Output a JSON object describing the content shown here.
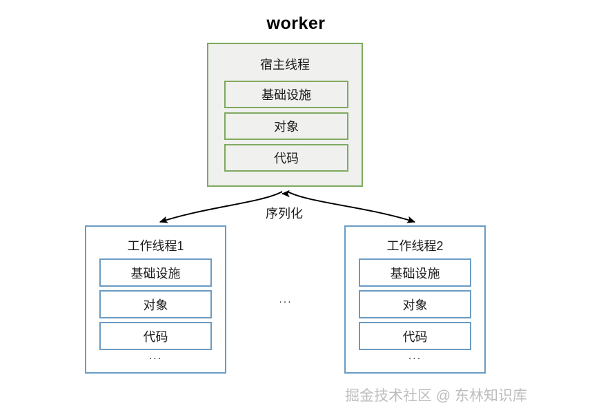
{
  "title": "worker",
  "host_thread": {
    "title": "宿主线程",
    "items": [
      {
        "label": "基础设施"
      },
      {
        "label": "对象"
      },
      {
        "label": "代码"
      }
    ],
    "border_color": "#7FA95F",
    "fill_color": "#F0F0EE"
  },
  "connector": {
    "label": "序列化",
    "arrow_color": "#000000",
    "style": "double-headed-curved"
  },
  "workers": [
    {
      "title": "工作线程1",
      "items": [
        {
          "label": "基础设施"
        },
        {
          "label": "对象"
        },
        {
          "label": "代码"
        }
      ],
      "ellipsis": "...",
      "border_color": "#6A9BC3",
      "fill_color": "#FFFFFF"
    },
    {
      "title": "工作线程2",
      "items": [
        {
          "label": "基础设施"
        },
        {
          "label": "对象"
        },
        {
          "label": "代码"
        }
      ],
      "ellipsis": "...",
      "border_color": "#6A9BC3",
      "fill_color": "#FFFFFF"
    }
  ],
  "between_workers_ellipsis": "...",
  "watermark": "掘金技术社区 @ 东林知识库"
}
